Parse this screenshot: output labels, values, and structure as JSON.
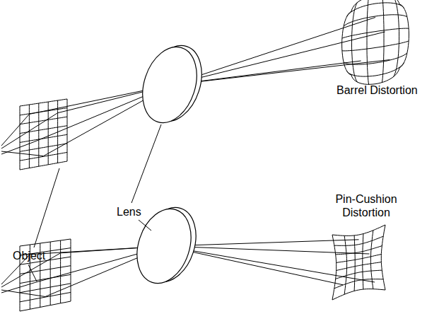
{
  "diagram": {
    "labels": [
      "Barrel Distortion",
      "Pin-Cushion Distortion",
      "Lens",
      "Object"
    ]
  }
}
